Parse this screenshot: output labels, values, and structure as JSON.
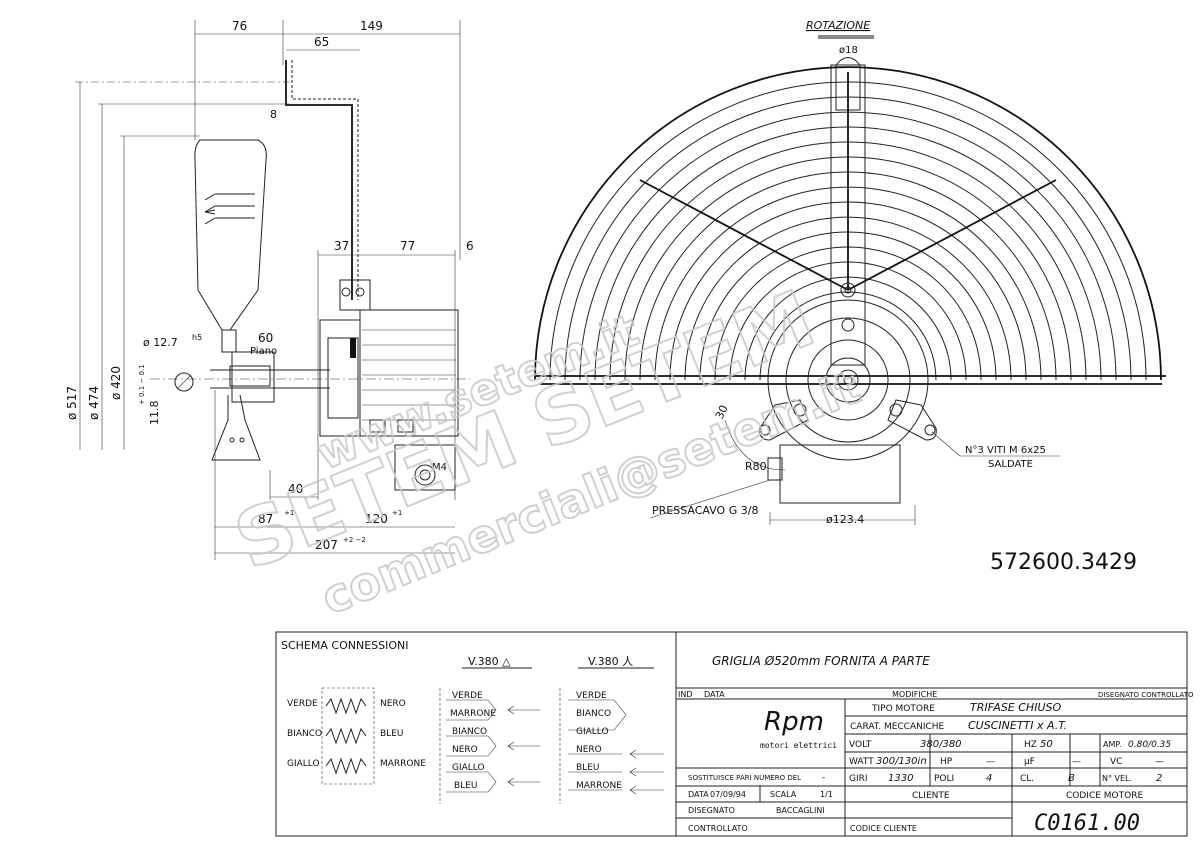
{
  "dimensions": {
    "d76": "76",
    "d149": "149",
    "d65": "65",
    "d8": "8",
    "d37": "37",
    "d77": "77",
    "d6": "6",
    "d60": "60",
    "piano": "Piano",
    "d12_7": "ø 12.7",
    "h5": "h5",
    "d517": "ø 517",
    "d474": "ø 474",
    "d420": "ø 420",
    "d11_8": "11.8",
    "tol": "+ 0.1  − 0.1",
    "d40": "40",
    "d87": "87",
    "d120": "120",
    "d207": "207",
    "tol1": "+1",
    "tol2": "+2  −2",
    "d18": "ø18",
    "d30": "30",
    "r80": "R80",
    "d123": "ø123.4",
    "m4": "M4"
  },
  "labels": {
    "rotazione": "ROTAZIONE",
    "viti": "N°3 VITI M 6x25",
    "saldate": "SALDATE",
    "pressacavo": "PRESSACAVO G 3/8",
    "part_number": "572600.3429"
  },
  "watermark": {
    "url": "www.setem.it",
    "brand": "SETEM SETEM",
    "email": "commerciali@setem.it"
  },
  "schema": {
    "title": "SCHEMA CONNESSIONI",
    "left_labels": [
      "VERDE",
      "BIANCO",
      "GIALLO"
    ],
    "right_labels": [
      "NERO",
      "BLEU",
      "MARRONE"
    ],
    "delta_title": "V.380 △",
    "delta_labels": [
      "VERDE",
      "MARRONE",
      "BIANCO",
      "NERO",
      "GIALLO",
      "BLEU"
    ],
    "star_title": "V.380 人",
    "star_labels": [
      "VERDE",
      "BIANCO",
      "GIALLO",
      "NERO",
      "BLEU",
      "MARRONE"
    ]
  },
  "title_block": {
    "note": "GRIGLIA Ø520mm FORNITA A PARTE",
    "ind": "IND",
    "data_h": "DATA",
    "modifiche": "MODIFICHE",
    "disegnato_controllato": "DISEGNATO  CONTROLLATO",
    "logo": "Rpm",
    "logo_sub": "motori elettrici",
    "sostituisce": "SOSTITUISCE PARI NUMERO DEL",
    "sostituisce_val": "-",
    "data_label": "DATA",
    "data_val": "07/09/94",
    "scala_label": "SCALA",
    "scala_val": "1/1",
    "disegnato_label": "DISEGNATO",
    "disegnato_val": "BACCAGLINI",
    "controllato_label": "CONTROLLATO",
    "tipo_motore_label": "TIPO MOTORE",
    "tipo_motore_val": "TRIFASE CHIUSO",
    "carat_label": "CARAT. MECCANICHE",
    "carat_val": "CUSCINETTI x A.T.",
    "volt_label": "VOLT",
    "volt_val": "380/380",
    "hz_label": "HZ",
    "hz_val": "50",
    "amp_label": "AMP.",
    "amp_val": "0.80/0.35",
    "watt_label": "WATT",
    "watt_val": "300/130in",
    "hp_label": "HP",
    "hp_val": "—",
    "uf_label": "µF",
    "uf_val": "—",
    "vc_label": "VC",
    "vc_val": "—",
    "giri_label": "GIRI",
    "giri_val": "1330",
    "poli_label": "POLI",
    "poli_val": "4",
    "cl_label": "CL.",
    "cl_val": "B",
    "nvel_label": "N° VEL.",
    "nvel_val": "2",
    "cliente_label": "CLIENTE",
    "codice_motore_label": "CODICE MOTORE",
    "codice_motore_val": "C0161.00",
    "codice_cliente_label": "CODICE CLIENTE"
  }
}
